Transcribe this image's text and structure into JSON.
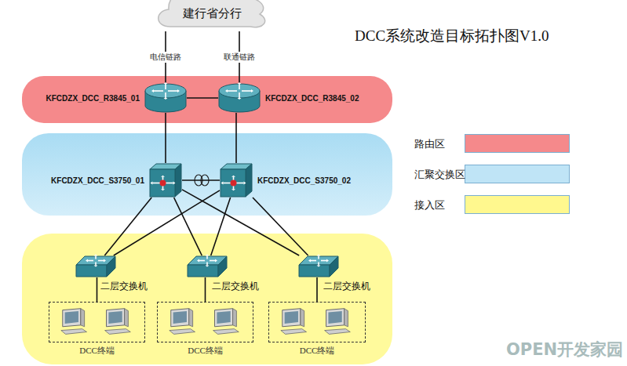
{
  "diagram": {
    "title": "DCC系统改造目标拓扑图V1.0",
    "nodes": [
      {
        "text": [
          "建行省分行"
        ]
      },
      {
        "text": [
          "KFCDZX_DCC_R3845_01"
        ]
      },
      {
        "text": [
          "KFCDZX_DCC_R3845_02"
        ]
      },
      {
        "text": [
          "KFCDZX_DCC_S3750_01"
        ]
      },
      {
        "text": [
          "KFCDZX_DCC_S3750_02"
        ]
      },
      {
        "text": [
          "二层交换机"
        ]
      },
      {
        "text": [
          "二层交换机"
        ]
      },
      {
        "text": [
          "二层交换机"
        ]
      },
      {
        "text": [
          "DCC终端"
        ]
      },
      {
        "text": [
          "DCC终端"
        ]
      },
      {
        "text": [
          "DCC终端"
        ]
      }
    ],
    "edges": [
      {
        "from": 0,
        "to": 1,
        "label": "电信链路",
        "arrow": "none"
      },
      {
        "from": 0,
        "to": 2,
        "label": "联通链路",
        "arrow": "none"
      },
      {
        "from": 1,
        "to": 2,
        "arrow": "none"
      },
      {
        "from": 1,
        "to": 3,
        "arrow": "none"
      },
      {
        "from": 2,
        "to": 4,
        "arrow": "none"
      },
      {
        "from": 3,
        "to": 4,
        "arrow": "none"
      },
      {
        "from": 3,
        "to": 5,
        "arrow": "none"
      },
      {
        "from": 3,
        "to": 6,
        "arrow": "none"
      },
      {
        "from": 3,
        "to": 7,
        "arrow": "none"
      },
      {
        "from": 4,
        "to": 5,
        "arrow": "none"
      },
      {
        "from": 4,
        "to": 6,
        "arrow": "none"
      },
      {
        "from": 4,
        "to": 7,
        "arrow": "none"
      },
      {
        "from": 5,
        "to": 8,
        "arrow": "none"
      },
      {
        "from": 6,
        "to": 9,
        "arrow": "none"
      },
      {
        "from": 7,
        "to": 10,
        "arrow": "none"
      }
    ],
    "labels": [
      "OPEN开发家园"
    ],
    "legend": [
      {
        "text": "路由区",
        "color": "#f5898b"
      },
      {
        "text": "汇聚交换区",
        "color": "#bfe4f6"
      },
      {
        "text": "接入区",
        "color": "#fff88e"
      }
    ]
  }
}
